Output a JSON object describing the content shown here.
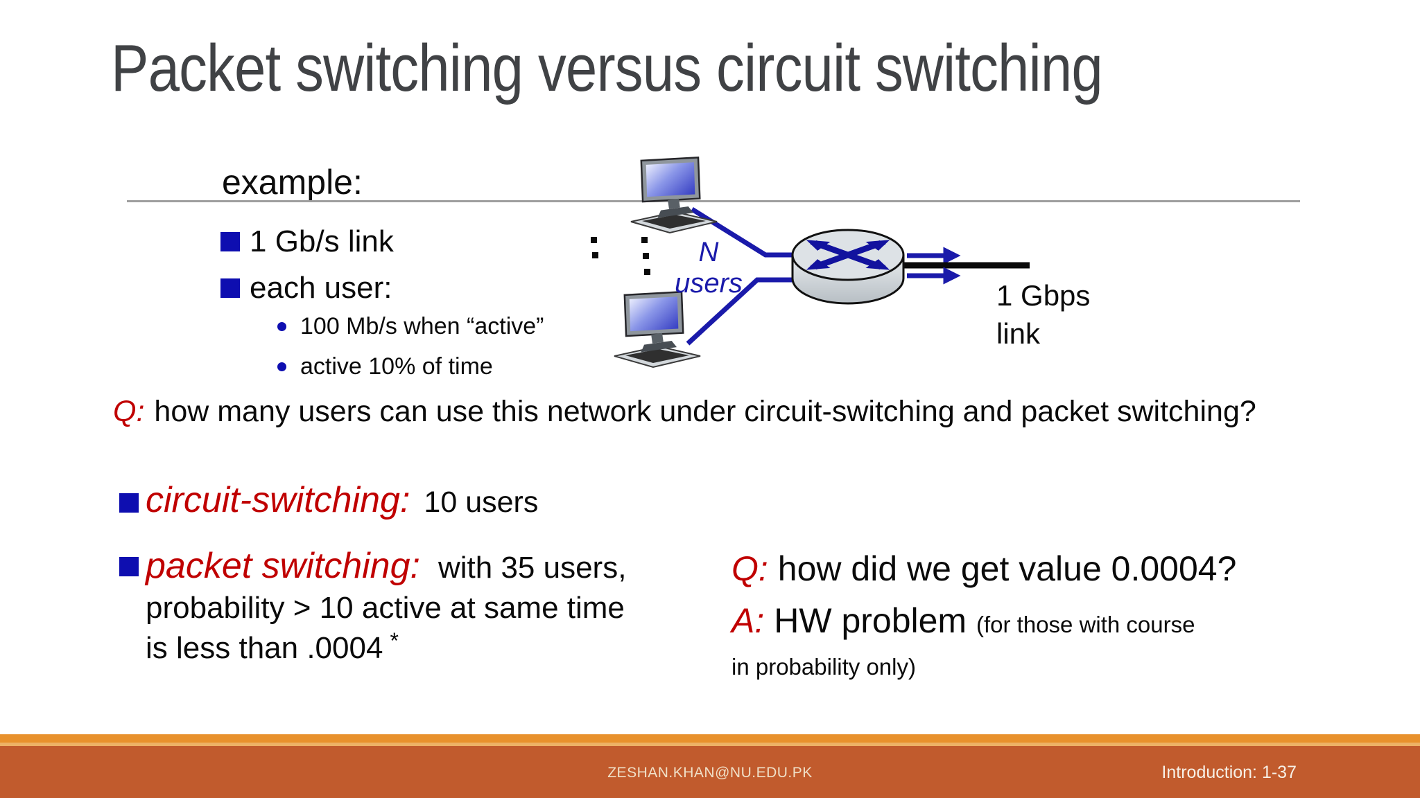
{
  "slide": {
    "title": "Packet switching versus circuit switching",
    "example": {
      "heading": "example:",
      "bullets": [
        {
          "label": "1 Gb/s link"
        },
        {
          "label": "each user:"
        }
      ],
      "sub_bullets": [
        {
          "label": "100 Mb/s when “active”"
        },
        {
          "label": "active 10% of time"
        }
      ]
    },
    "diagram": {
      "users_label": "N\nusers",
      "link_label": "1 Gbps\nlink"
    },
    "question1": {
      "prefix": "Q:",
      "text": "how many users can use this network under circuit-switching and packet switching?"
    },
    "circuit_switching": {
      "term": "circuit-switching:",
      "value": "10 users"
    },
    "packet_switching": {
      "term": "packet switching:",
      "line1": "with 35 users,",
      "line2": "probability > 10 active at same time",
      "line3": "is less than .0004",
      "footnote_mark": "*"
    },
    "question2": {
      "prefix": "Q:",
      "text": "how did we get value 0.0004?"
    },
    "answer2": {
      "prefix": "A:",
      "main": "HW problem",
      "note": "(for those with course in probability only)"
    },
    "footer": {
      "email": "ZESHAN.KHAN@NU.EDU.PK",
      "page_label": "Introduction: 1-37"
    }
  },
  "colors": {
    "accent_red": "#c00000",
    "bullet_blue": "#0e0eb0",
    "diagram_blue": "#1a1aaa",
    "title_gray": "#404245",
    "footer_orange_light": "#e8912c",
    "footer_orange_dark": "#c15b2d"
  }
}
